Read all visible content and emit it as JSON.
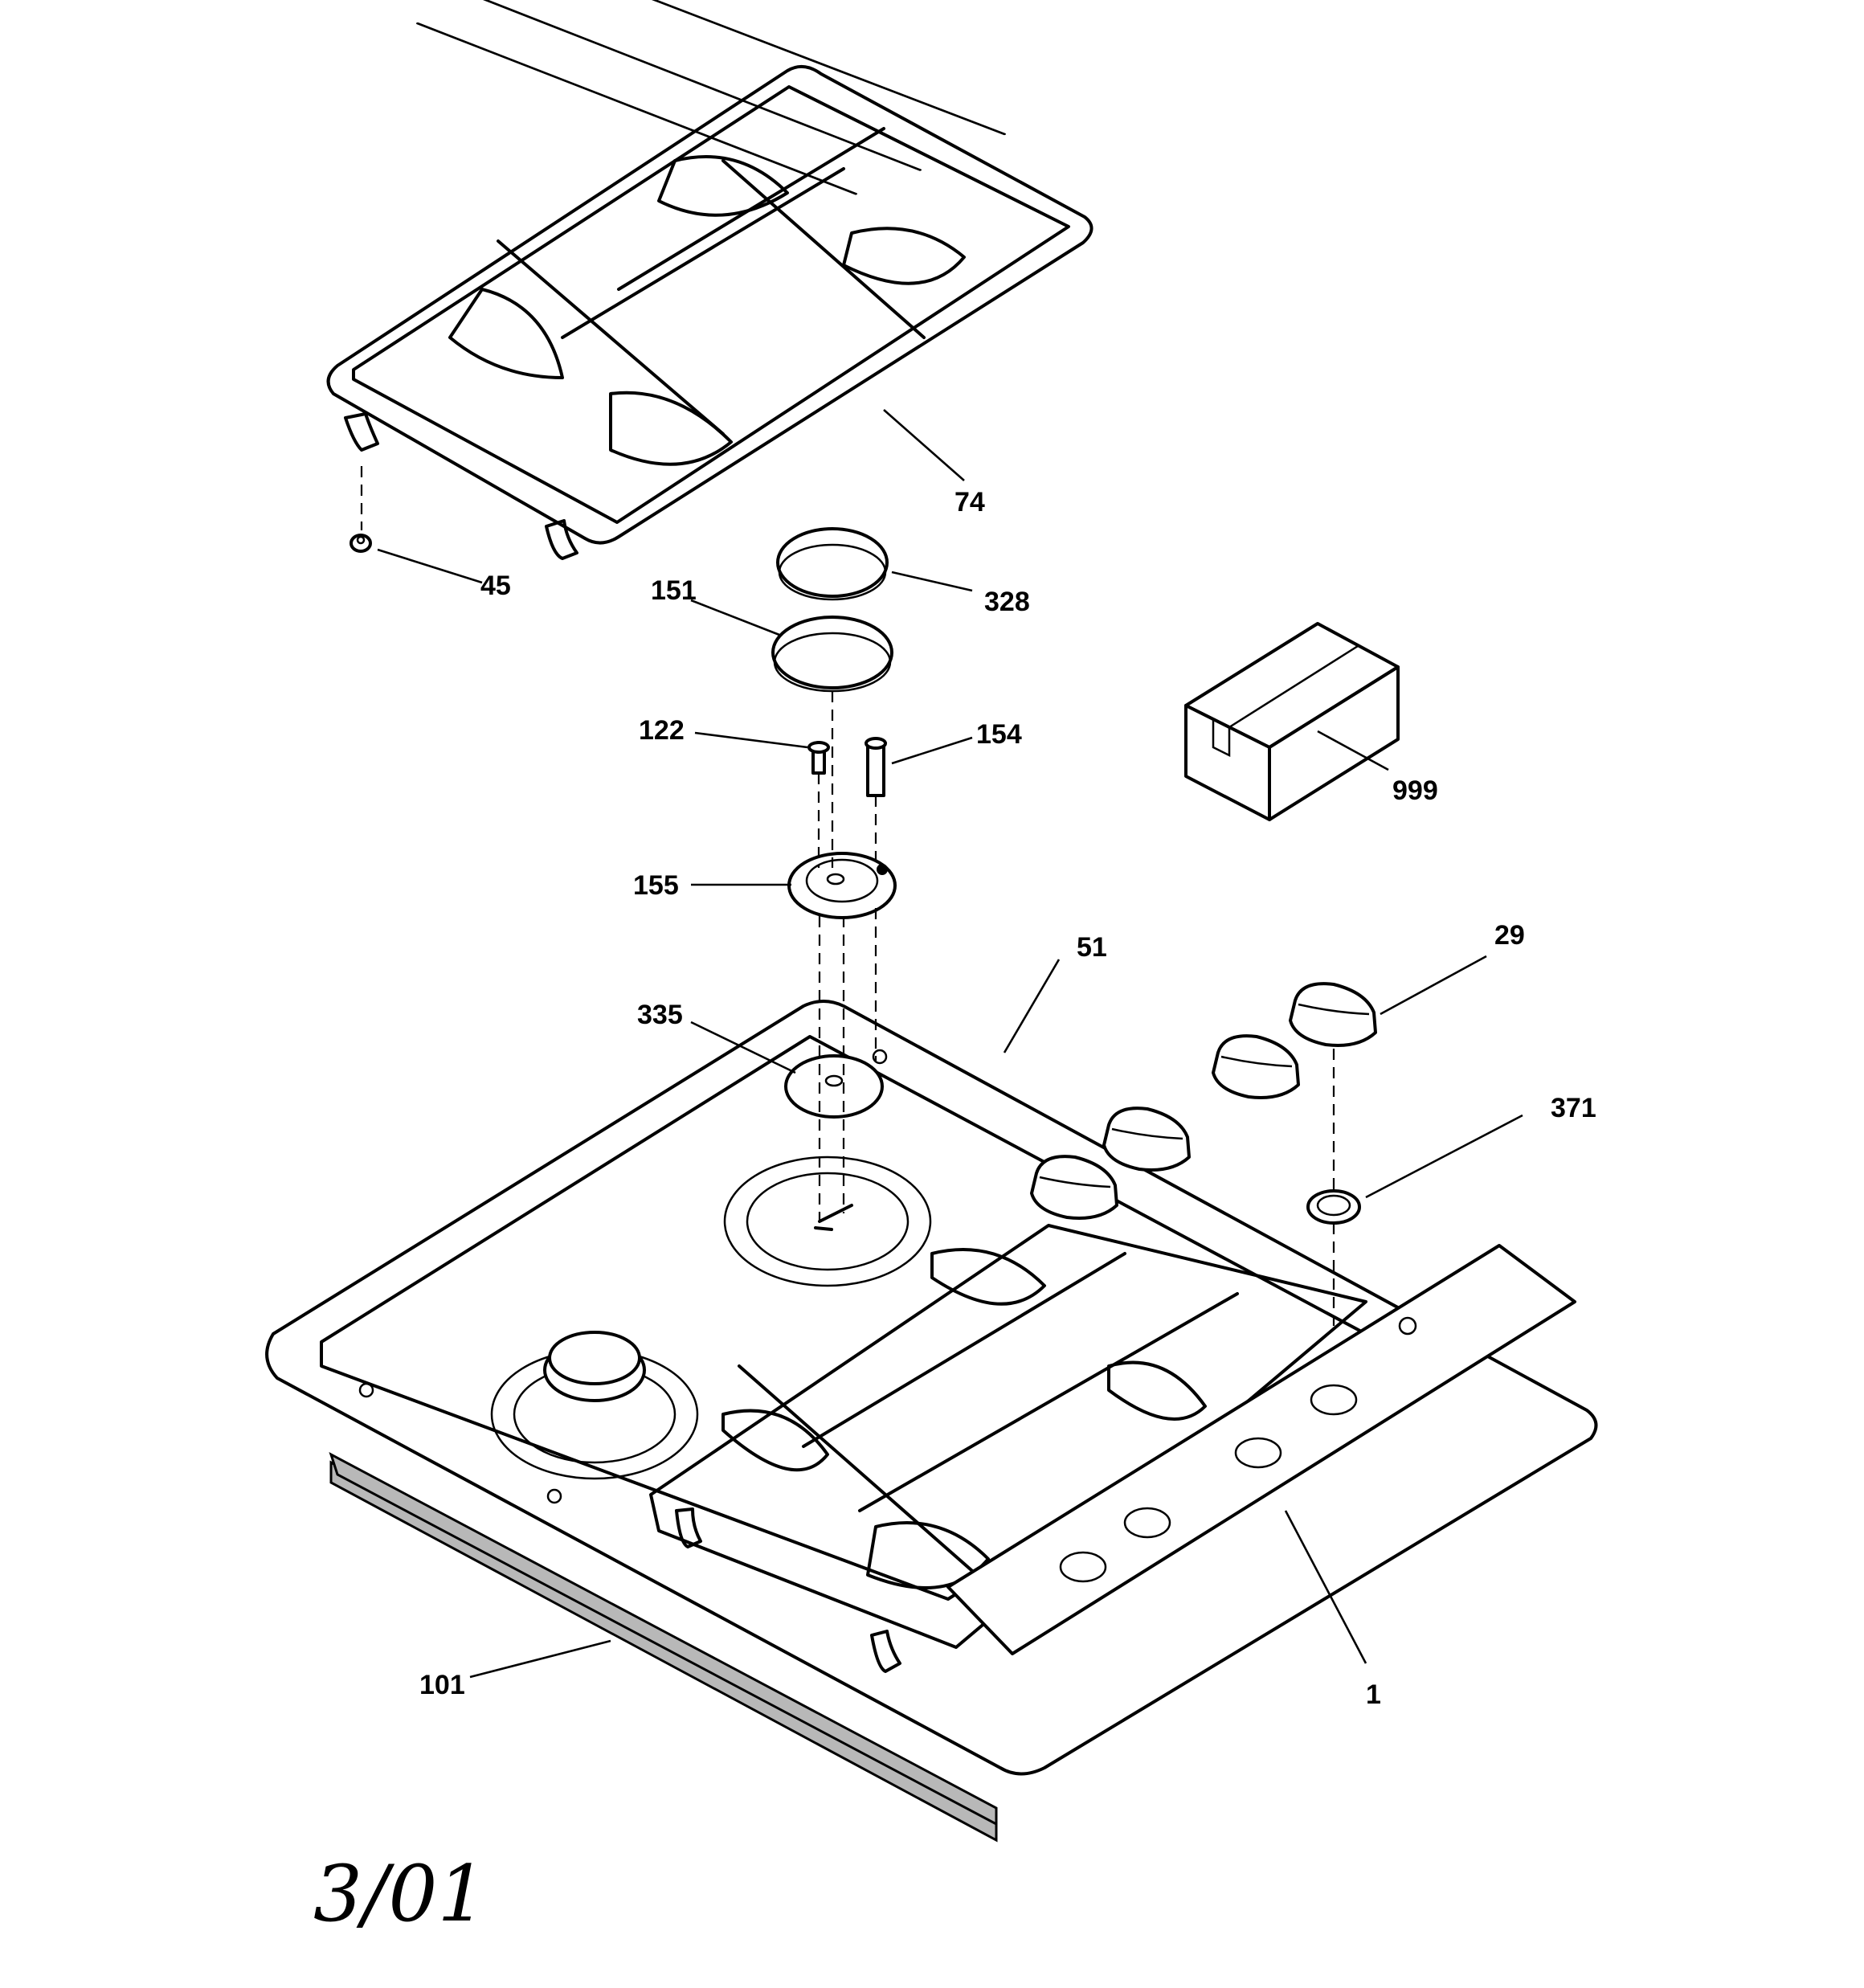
{
  "drawing": {
    "date_code": "3/01",
    "callouts": [
      {
        "id": "74",
        "text": "74"
      },
      {
        "id": "45",
        "text": "45"
      },
      {
        "id": "151",
        "text": "151"
      },
      {
        "id": "328",
        "text": "328"
      },
      {
        "id": "122",
        "text": "122"
      },
      {
        "id": "154",
        "text": "154"
      },
      {
        "id": "999",
        "text": "999"
      },
      {
        "id": "155",
        "text": "155"
      },
      {
        "id": "51",
        "text": "51"
      },
      {
        "id": "29",
        "text": "29"
      },
      {
        "id": "335",
        "text": "335"
      },
      {
        "id": "371",
        "text": "371"
      },
      {
        "id": "101",
        "text": "101"
      },
      {
        "id": "1",
        "text": "1"
      }
    ]
  }
}
